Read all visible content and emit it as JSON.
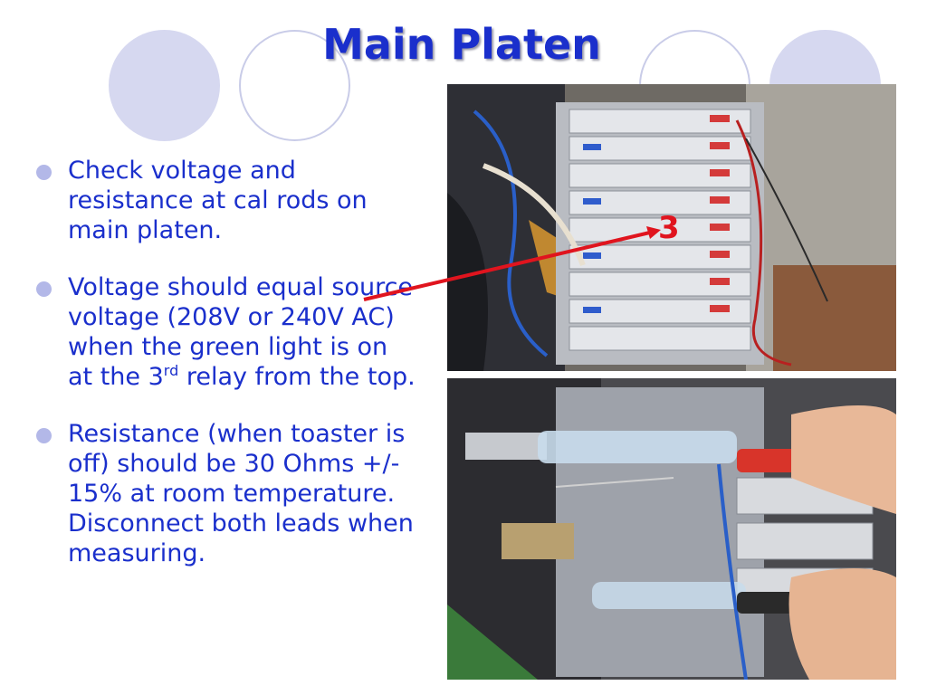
{
  "slide": {
    "title": "Main Platen",
    "photo_label": "3",
    "bullets": [
      {
        "text": "Check voltage and resistance at cal rods on main platen."
      },
      {
        "text_before": "Voltage should equal source voltage (208V or 240V AC) when the green light is on at the 3",
        "superscript": "rd",
        "text_after": " relay from the top."
      },
      {
        "text": "Resistance (when toaster is off) should be 30 Ohms +/- 15% at room temperature. Disconnect both leads when measuring."
      }
    ]
  },
  "colors": {
    "title": "#1a2fcc",
    "body_text": "#1a2fcc",
    "bullet": "#b3b8e8",
    "circle_fill": "#d6d8f0",
    "callout_arrow": "#e0141e"
  }
}
